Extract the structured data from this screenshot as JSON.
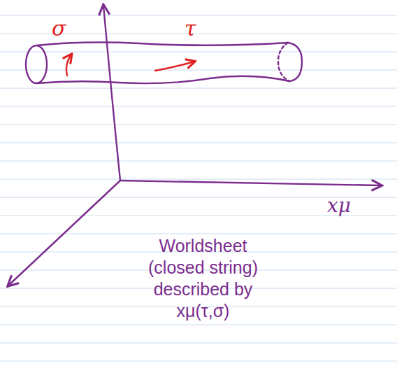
{
  "diagram": {
    "labels": [
      "σ",
      "τ",
      "xμ",
      "Worldsheet (closed string) described by xμ(τ,σ)"
    ]
  }
}
